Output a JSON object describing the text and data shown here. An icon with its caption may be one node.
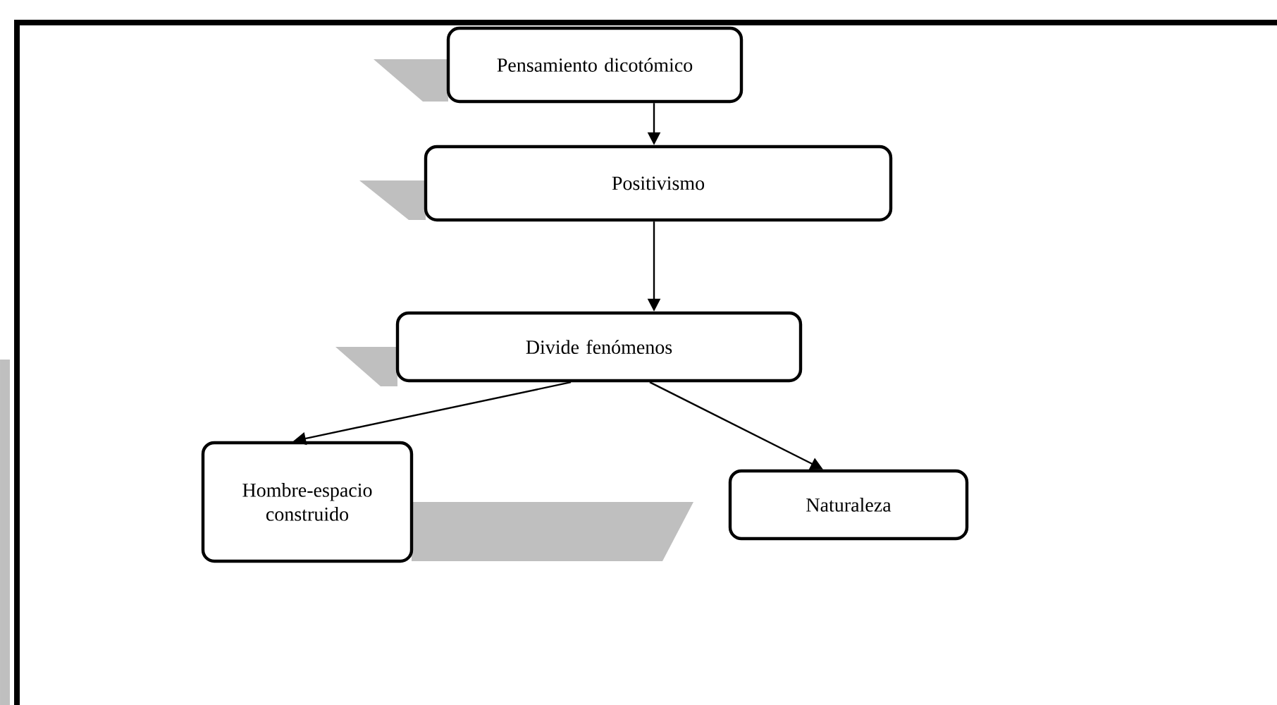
{
  "diagram": {
    "nodes": [
      {
        "text": [
          "Pensamiento dicotómico"
        ]
      },
      {
        "text": [
          "Positivismo"
        ]
      },
      {
        "text": [
          "Divide fenómenos"
        ]
      },
      {
        "text": [
          "Hombre-espacio construido"
        ]
      },
      {
        "text": [
          "Naturaleza"
        ]
      }
    ],
    "edges": [
      {
        "from": 0,
        "to": 1,
        "arrow": "to"
      },
      {
        "from": 1,
        "to": 2,
        "arrow": "to"
      },
      {
        "from": 2,
        "to": 3,
        "arrow": "to"
      },
      {
        "from": 2,
        "to": 4,
        "arrow": "to"
      }
    ]
  }
}
